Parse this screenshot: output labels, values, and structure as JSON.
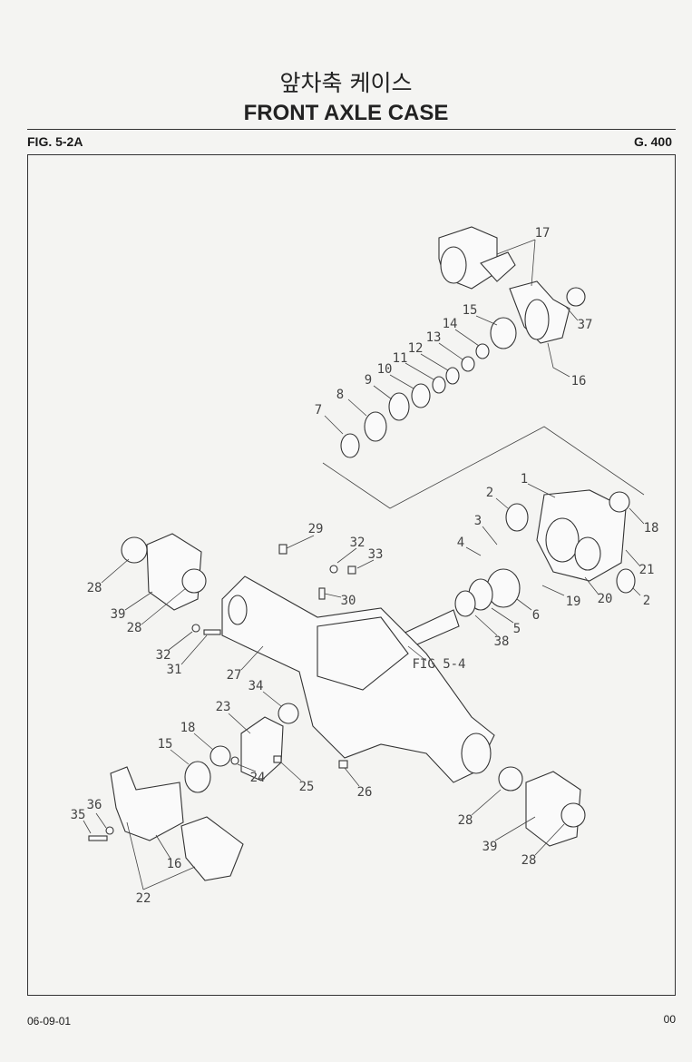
{
  "header": {
    "title_ko": "앞차축 케이스",
    "title_en": "FRONT AXLE CASE",
    "figure": "FIG. 5-2A",
    "group": "G. 400"
  },
  "callouts": [
    "17",
    "37",
    "15",
    "14",
    "13",
    "12",
    "11",
    "10",
    "9",
    "8",
    "7",
    "16",
    "1",
    "2",
    "18",
    "3",
    "4",
    "21",
    "19",
    "20",
    "2",
    "6",
    "5",
    "38",
    "FIG 5-4",
    "29",
    "32",
    "33",
    "30",
    "28",
    "39",
    "28",
    "32",
    "31",
    "27",
    "34",
    "23",
    "18",
    "15",
    "24",
    "25",
    "26",
    "36",
    "35",
    "16",
    "22",
    "28",
    "39",
    "28"
  ],
  "footer": {
    "date": "06-09-01",
    "page": "00"
  }
}
